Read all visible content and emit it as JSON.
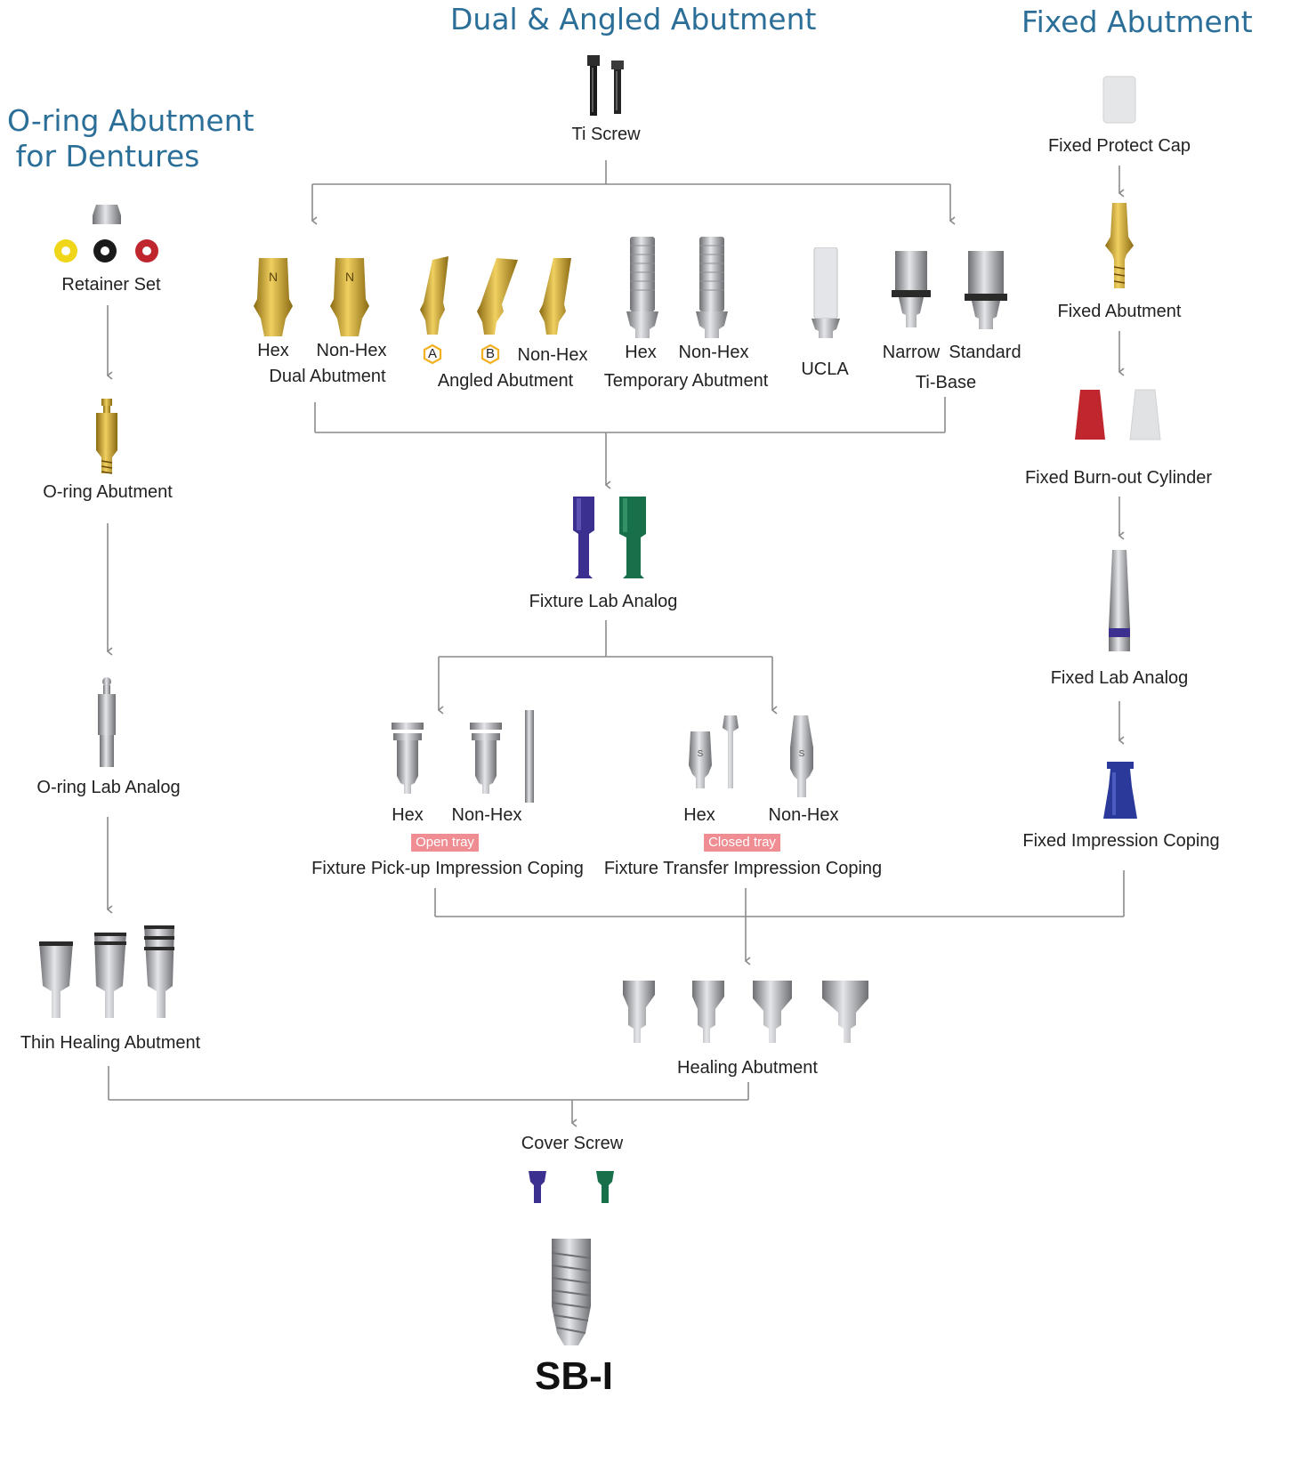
{
  "headings": {
    "dual_angled": "Dual & Angled Abutment",
    "fixed": "Fixed  Abutment",
    "oring_line1": "O-ring Abutment",
    "oring_line2": "for Dentures"
  },
  "top": {
    "ti_screw": "Ti  Screw"
  },
  "dual_abutment": {
    "hex": "Hex",
    "non_hex": "Non-Hex",
    "group": "Dual Abutment"
  },
  "angled_abutment": {
    "badge_a": "A",
    "badge_b": "B",
    "non_hex": "Non-Hex",
    "group": "Angled Abutment"
  },
  "temporary_abutment": {
    "hex": "Hex",
    "non_hex": "Non-Hex",
    "group": "Temporary Abutment"
  },
  "ucla": "UCLA",
  "ti_base": {
    "narrow": "Narrow",
    "standard": "Standard",
    "group": "Ti-Base"
  },
  "fixture_lab_analog": "Fixture Lab Analog",
  "pickup": {
    "hex": "Hex",
    "non_hex": "Non-Hex",
    "tray": "Open tray",
    "group": "Fixture Pick-up Impression Coping"
  },
  "transfer": {
    "hex": "Hex",
    "non_hex": "Non-Hex",
    "tray": "Closed tray",
    "group": "Fixture Transfer Impression Coping"
  },
  "healing_abutment": "Healing Abutment",
  "cover_screw": "Cover Screw",
  "product": "SB-I",
  "oring_column": {
    "retainer_set": "Retainer Set",
    "oring_abutment": "O-ring Abutment",
    "oring_lab_analog": "O-ring Lab Analog",
    "thin_healing": "Thin Healing Abutment"
  },
  "fixed_column": {
    "protect_cap": "Fixed Protect Cap",
    "abutment": "Fixed Abutment",
    "burnout": "Fixed Burn-out Cylinder",
    "lab_analog": "Fixed Lab Analog",
    "impression": "Fixed Impression Coping"
  },
  "colors": {
    "heading": "#2b6f98",
    "connector": "#8a8a8a",
    "tray_tag": "#ef8d93",
    "badge": "#f2b01e",
    "gold": "#c9a227",
    "purple": "#3b2f8f",
    "green": "#17704a",
    "red": "#c0262d"
  }
}
